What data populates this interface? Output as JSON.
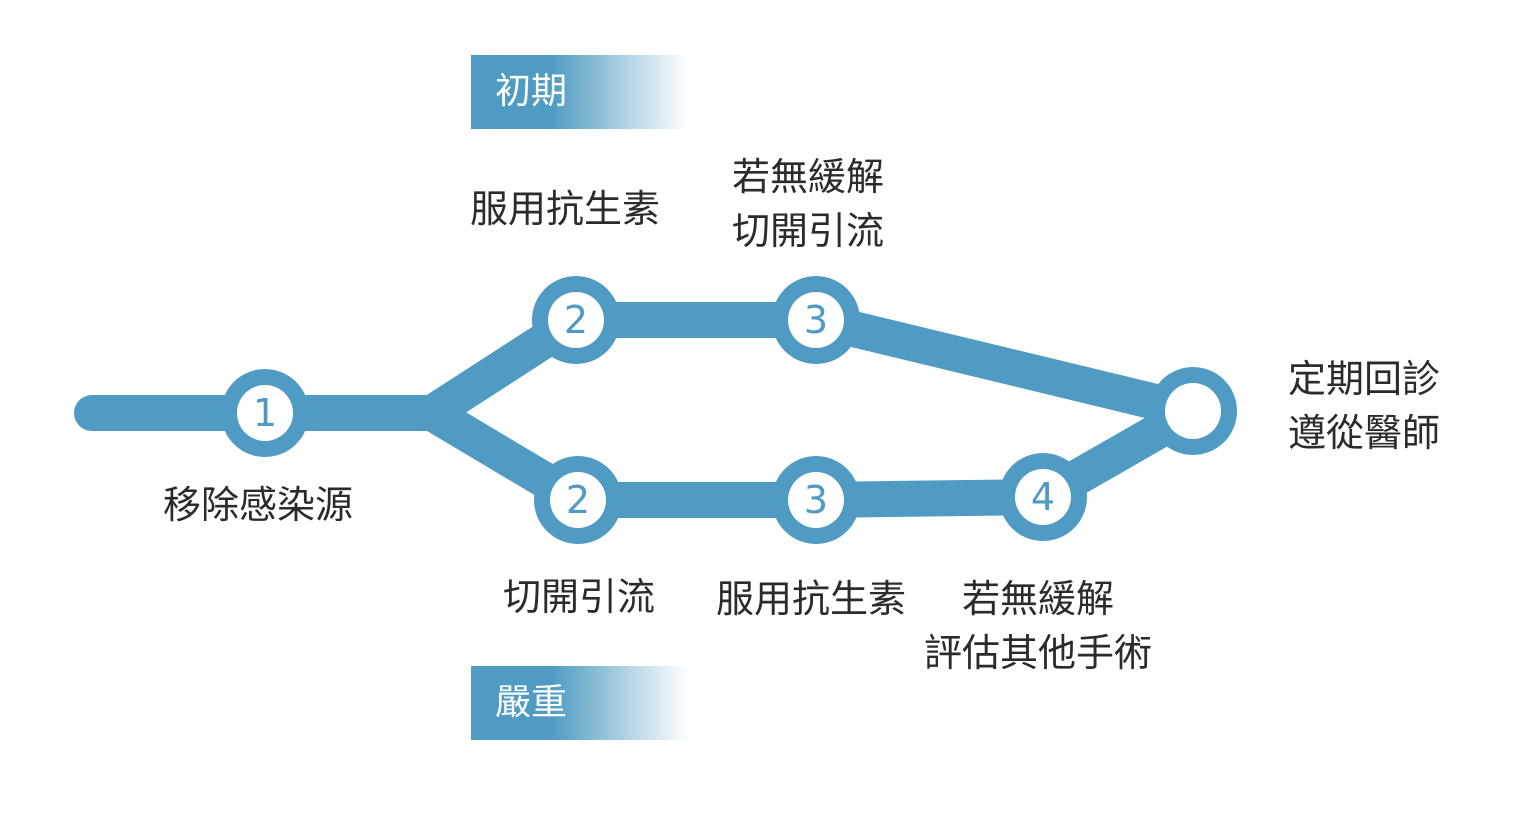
{
  "colors": {
    "accent": "#4f9bc3",
    "text": "#2b2b2b"
  },
  "stages": {
    "early": "初期",
    "severe": "嚴重"
  },
  "nodes": {
    "n1": "1",
    "u2": "2",
    "u3": "3",
    "l2": "2",
    "l3": "3",
    "l4": "4"
  },
  "labels": {
    "remove_source": "移除感染源",
    "early_antibiotics": "服用抗生素",
    "early_no_relief": [
      "若無緩解",
      "切開引流"
    ],
    "severe_drainage": "切開引流",
    "severe_antibiotics": "服用抗生素",
    "severe_no_relief": [
      "若無緩解",
      "評估其他手術"
    ],
    "followup": [
      "定期回診",
      "遵從醫師"
    ]
  }
}
